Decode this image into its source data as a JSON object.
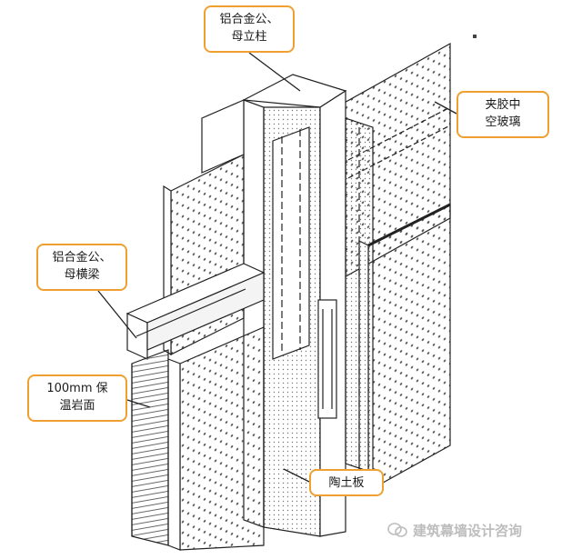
{
  "labels": {
    "mullion": [
      "铝合金公、",
      "母立柱"
    ],
    "glass": [
      "夹胶中",
      "空玻璃"
    ],
    "transom": [
      "铝合金公、",
      "母横梁"
    ],
    "wool": [
      "100mm 保",
      "温岩面"
    ],
    "tile": [
      "陶土板"
    ]
  },
  "watermark": {
    "text": "建筑幕墙设计咨询"
  },
  "colors": {
    "callout_border": "#f0a030",
    "line": "#222222",
    "watermark": "#bdbdbd"
  }
}
